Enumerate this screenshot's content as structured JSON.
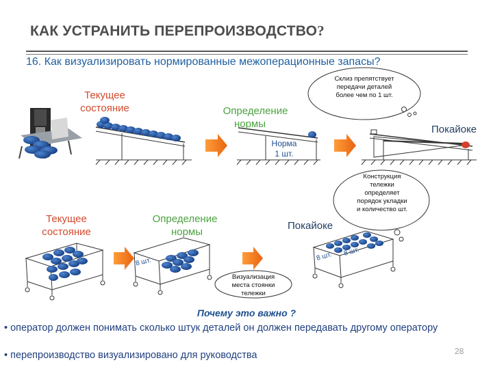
{
  "slide": {
    "title": "КАК УСТРАНИТЬ ПЕРЕПРОИЗВОДСТВО",
    "title_mark": "?",
    "subtitle": "16. Как визуализировать нормированные межоперационные запасы?",
    "page_number": "28"
  },
  "top_row": {
    "current_label_line1": "Текущее",
    "current_label_line2": "состояние",
    "norm_label_line1": "Определение",
    "norm_label_line2": "нормы",
    "norm_value_line1": "Норма",
    "norm_value_line2": "1 шт.",
    "result_label": "Покайоке",
    "cloud_text": "Склиз препятствует передачи деталей более чем по 1 шт."
  },
  "bottom_row": {
    "current_label_line1": "Текущее",
    "current_label_line2": "состояние",
    "norm_label_line1": "Определение",
    "norm_label_line2": "нормы",
    "cart_marker": "8 шт.",
    "result_label": "Покайоке",
    "result_marker_left": "8 шт.",
    "result_marker_right": "8 шт.",
    "cloud_top_text": "Конструкция тележки определяет порядок укладки и количество шт.",
    "cloud_bottom_text": "Визуализация места стоянки тележки"
  },
  "why": {
    "heading": "Почему это важно ?",
    "bullets": [
      "оператор должен понимать сколько штук деталей он должен передавать другому оператору",
      "перепроизводство визуализировано для руководства"
    ]
  },
  "colors": {
    "accent_orange": "#f07b1f",
    "part_blue": "#1f4f9f",
    "title_gray": "#4d4d4d",
    "label_red": "#d3492e",
    "label_green": "#4aa23e"
  }
}
